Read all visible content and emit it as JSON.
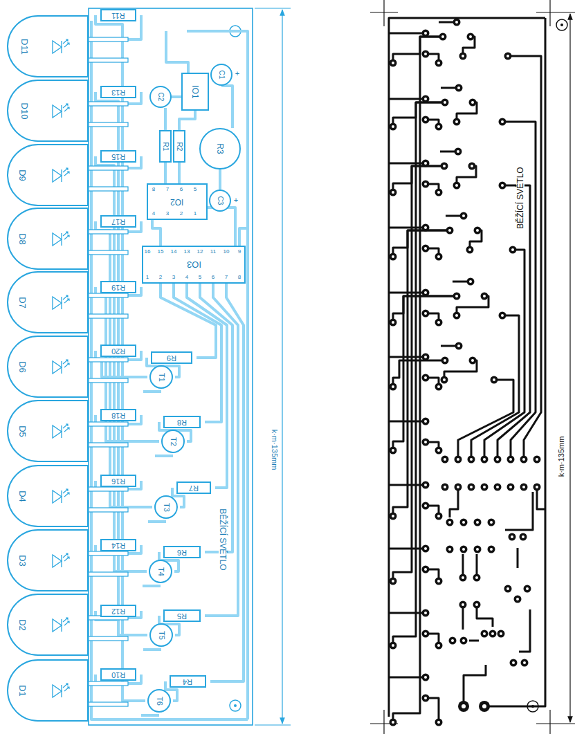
{
  "diagram": {
    "nodes": [
      {
        "text": [
          "D11"
        ]
      },
      {
        "text": [
          "D10"
        ]
      },
      {
        "text": [
          "D9"
        ]
      },
      {
        "text": [
          "D8"
        ]
      },
      {
        "text": [
          "D7"
        ]
      },
      {
        "text": [
          "D6"
        ]
      },
      {
        "text": [
          "D5"
        ]
      },
      {
        "text": [
          "D4"
        ]
      },
      {
        "text": [
          "D3"
        ]
      },
      {
        "text": [
          "D2"
        ]
      },
      {
        "text": [
          "D1"
        ]
      },
      {
        "text": [
          "R11"
        ]
      },
      {
        "text": [
          "R13"
        ]
      },
      {
        "text": [
          "R15"
        ]
      },
      {
        "text": [
          "R17"
        ]
      },
      {
        "text": [
          "R19"
        ]
      },
      {
        "text": [
          "R20"
        ]
      },
      {
        "text": [
          "R18"
        ]
      },
      {
        "text": [
          "R16"
        ]
      },
      {
        "text": [
          "R14"
        ]
      },
      {
        "text": [
          "R12"
        ]
      },
      {
        "text": [
          "R10"
        ]
      },
      {
        "text": [
          "IO1"
        ]
      },
      {
        "text": [
          "C1"
        ]
      },
      {
        "text": [
          "C2"
        ]
      },
      {
        "text": [
          "R1"
        ]
      },
      {
        "text": [
          "R2"
        ]
      },
      {
        "text": [
          "R3"
        ]
      },
      {
        "text": [
          "IO2"
        ]
      },
      {
        "text": [
          "C3"
        ]
      },
      {
        "text": [
          "IO3"
        ]
      },
      {
        "text": [
          "R9"
        ]
      },
      {
        "text": [
          "T1"
        ]
      },
      {
        "text": [
          "R8"
        ]
      },
      {
        "text": [
          "T2"
        ]
      },
      {
        "text": [
          "R7"
        ]
      },
      {
        "text": [
          "T3"
        ]
      },
      {
        "text": [
          "R6"
        ]
      },
      {
        "text": [
          "T4"
        ]
      },
      {
        "text": [
          "R5"
        ]
      },
      {
        "text": [
          "T5"
        ]
      },
      {
        "text": [
          "R4"
        ]
      },
      {
        "text": [
          "T6"
        ]
      }
    ],
    "labels": [
      "BĚŽÍCÍ SVĚTLO",
      "k·m·135mm",
      "BĚŽÍCÍ SVĚTLO",
      "k·m·135mm",
      "+",
      "+",
      "8",
      "7",
      "6",
      "5",
      "4",
      "3",
      "2",
      "1",
      "16",
      "15",
      "14",
      "13",
      "12",
      "11",
      "10",
      "9",
      "1",
      "2",
      "3",
      "4",
      "5",
      "6",
      "7",
      "8"
    ]
  }
}
